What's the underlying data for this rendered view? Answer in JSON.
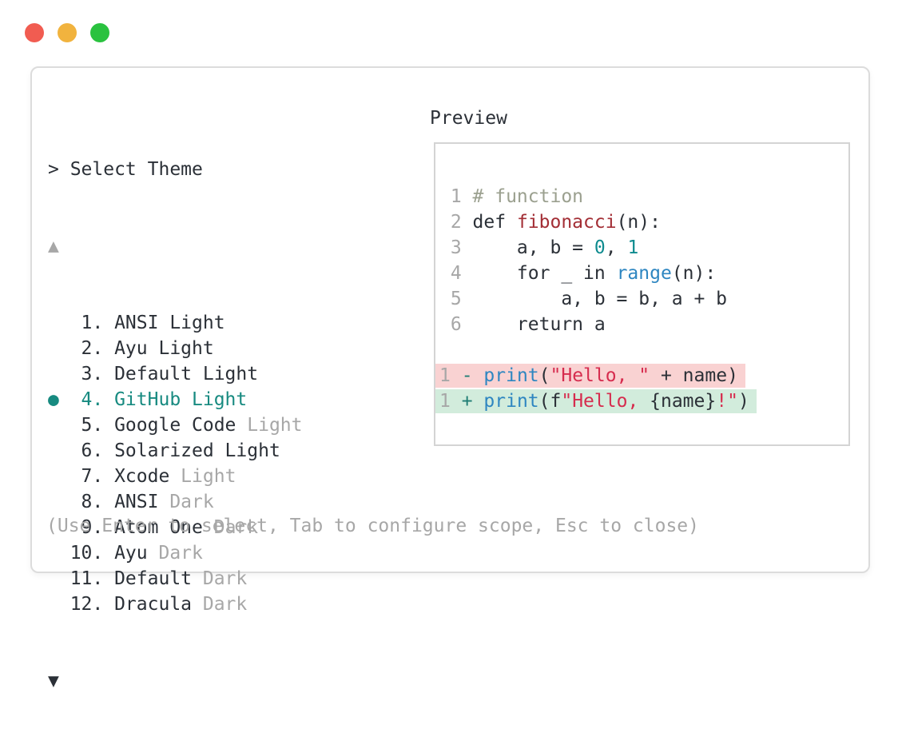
{
  "colors": {
    "traffic_red": "#f15c51",
    "traffic_yellow": "#f1b33e",
    "traffic_green": "#2ac23f",
    "accent_teal": "#178a80",
    "text_dark": "#2b3037",
    "text_muted": "#a7a7a7",
    "diff_removed_bg": "#f9d2d2",
    "diff_added_bg": "#d2ecdc",
    "syntax": {
      "text": "#2b3037",
      "comment": "#9ba08f",
      "function": "#a32e35",
      "number": "#0f8b8f",
      "builtin": "#2e86c1",
      "string": "#d62c4e",
      "sign": "#1f7d74",
      "linenum": "#a7a7a7"
    }
  },
  "picker": {
    "prompt": "> Select Theme",
    "scroll_up_icon": "▲",
    "scroll_down_icon": "▼",
    "items": [
      {
        "number": "1.",
        "name": "ANSI Light",
        "muted": "",
        "selected": false
      },
      {
        "number": "2.",
        "name": "Ayu Light",
        "muted": "",
        "selected": false
      },
      {
        "number": "3.",
        "name": "Default Light",
        "muted": "",
        "selected": false
      },
      {
        "number": "4.",
        "name": "GitHub Light",
        "muted": "",
        "selected": true
      },
      {
        "number": "5.",
        "name": "Google Code",
        "muted": " Light",
        "selected": false
      },
      {
        "number": "6.",
        "name": "Solarized Light",
        "muted": "",
        "selected": false
      },
      {
        "number": "7.",
        "name": "Xcode",
        "muted": " Light",
        "selected": false
      },
      {
        "number": "8.",
        "name": "ANSI",
        "muted": " Dark",
        "selected": false
      },
      {
        "number": "9.",
        "name": "Atom One",
        "muted": " Dark",
        "selected": false
      },
      {
        "number": "10.",
        "name": "Ayu",
        "muted": " Dark",
        "selected": false
      },
      {
        "number": "11.",
        "name": "Default",
        "muted": " Dark",
        "selected": false
      },
      {
        "number": "12.",
        "name": "Dracula",
        "muted": " Dark",
        "selected": false
      }
    ],
    "selected_bullet": "●",
    "hint": "(Use Enter to select, Tab to configure scope, Esc to close)"
  },
  "preview": {
    "label": "Preview",
    "code_lines": [
      {
        "num": "1",
        "diff": null,
        "segments": [
          {
            "c": "comment",
            "t": "# function"
          }
        ]
      },
      {
        "num": "2",
        "diff": null,
        "segments": [
          {
            "c": "text",
            "t": "def "
          },
          {
            "c": "function",
            "t": "fibonacci"
          },
          {
            "c": "text",
            "t": "(n):"
          }
        ]
      },
      {
        "num": "3",
        "diff": null,
        "segments": [
          {
            "c": "text",
            "t": "    a, b = "
          },
          {
            "c": "number",
            "t": "0"
          },
          {
            "c": "text",
            "t": ", "
          },
          {
            "c": "number",
            "t": "1"
          }
        ]
      },
      {
        "num": "4",
        "diff": null,
        "segments": [
          {
            "c": "text",
            "t": "    for _ in "
          },
          {
            "c": "builtin",
            "t": "range"
          },
          {
            "c": "text",
            "t": "(n):"
          }
        ]
      },
      {
        "num": "5",
        "diff": null,
        "segments": [
          {
            "c": "text",
            "t": "        a, b = b, a + b"
          }
        ]
      },
      {
        "num": "6",
        "diff": null,
        "segments": [
          {
            "c": "text",
            "t": "    return a"
          }
        ]
      },
      {
        "num": "",
        "diff": null,
        "segments": []
      },
      {
        "num": "1",
        "diff": "removed",
        "segments": [
          {
            "c": "sign",
            "t": "- "
          },
          {
            "c": "builtin",
            "t": "print"
          },
          {
            "c": "text",
            "t": "("
          },
          {
            "c": "string",
            "t": "\"Hello, \""
          },
          {
            "c": "text",
            "t": " + name)"
          }
        ]
      },
      {
        "num": "1",
        "diff": "added",
        "segments": [
          {
            "c": "sign",
            "t": "+ "
          },
          {
            "c": "builtin",
            "t": "print"
          },
          {
            "c": "text",
            "t": "(f"
          },
          {
            "c": "string",
            "t": "\"Hello, "
          },
          {
            "c": "text",
            "t": "{name}"
          },
          {
            "c": "string",
            "t": "!\""
          },
          {
            "c": "text",
            "t": ")"
          }
        ]
      }
    ]
  }
}
